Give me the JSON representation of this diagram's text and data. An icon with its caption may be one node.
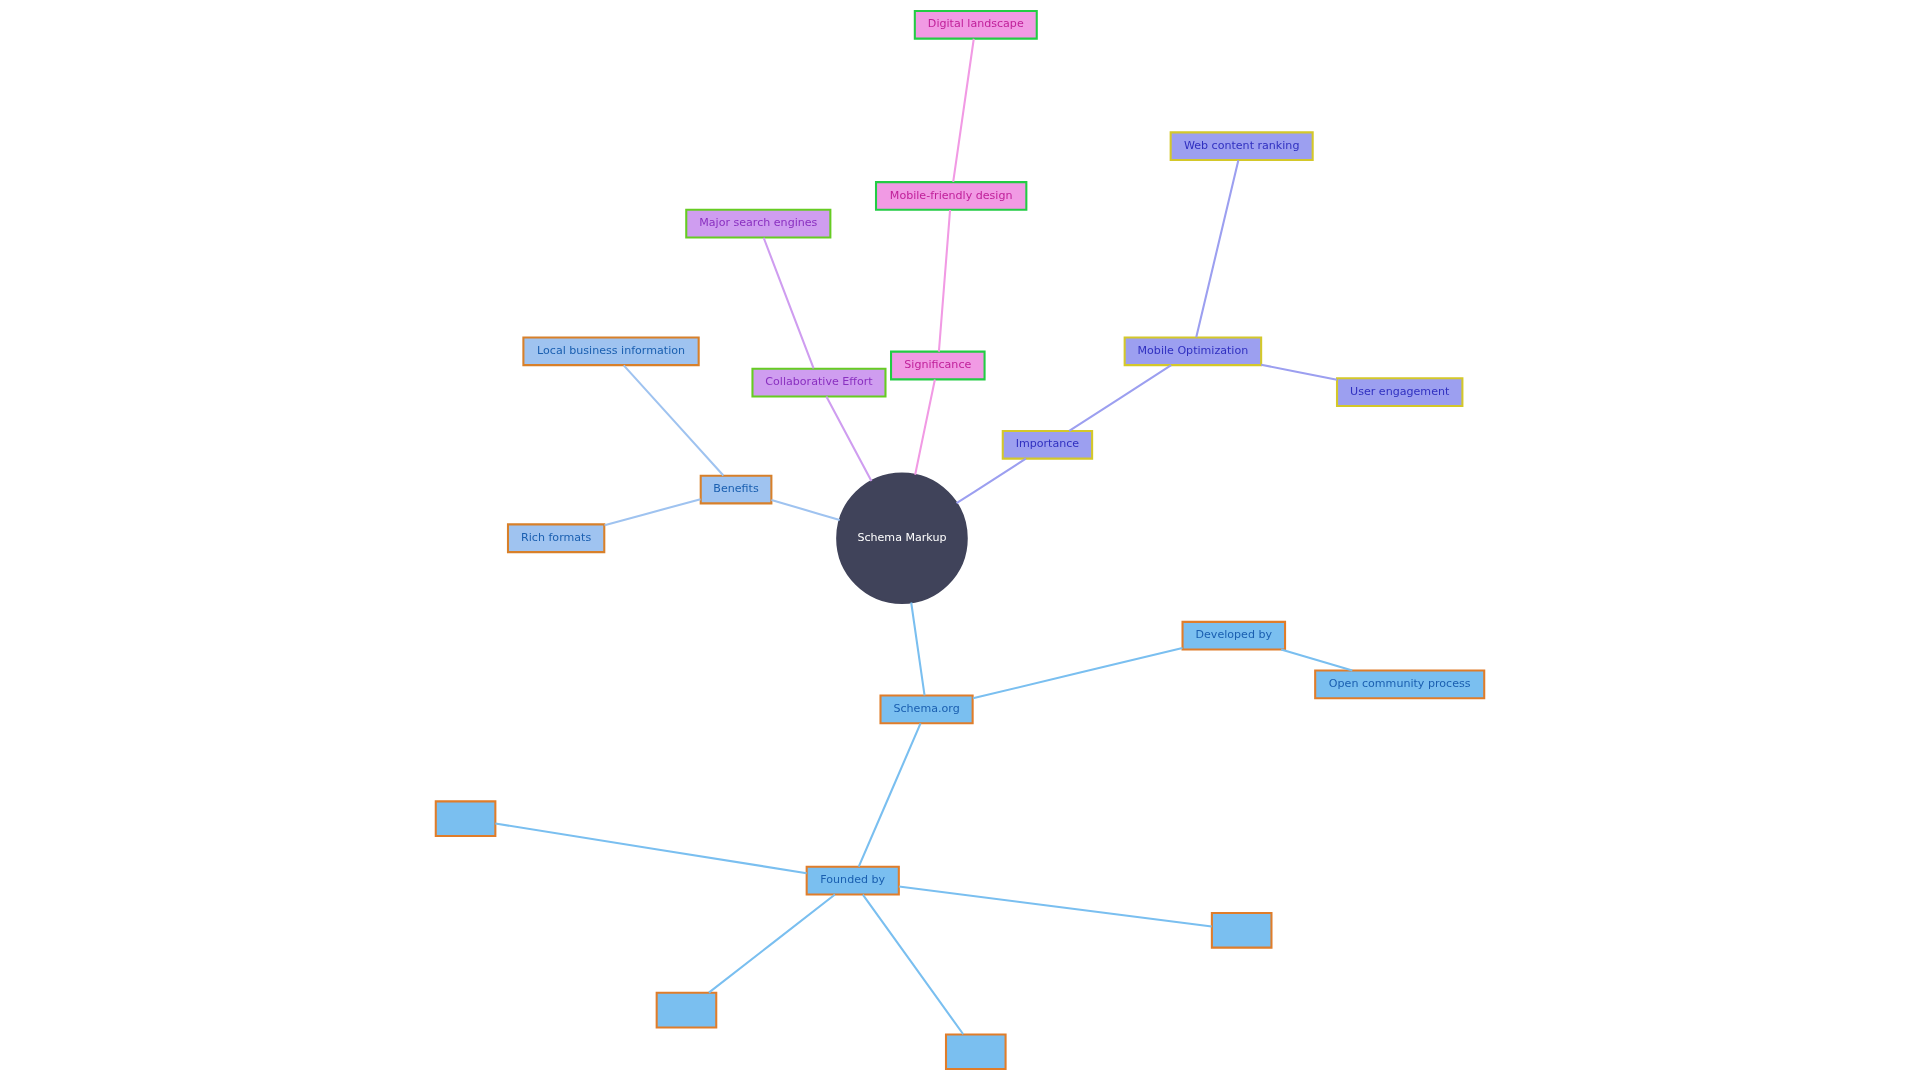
{
  "diagram": {
    "nodes": [
      {
        "text": [
          "Schema Markup"
        ]
      },
      {
        "text": [
          "Importance"
        ]
      },
      {
        "text": [
          "Mobile Optimization"
        ]
      },
      {
        "text": [
          "User engagement"
        ]
      },
      {
        "text": [
          "Web content ranking"
        ]
      },
      {
        "text": [
          "Significance"
        ]
      },
      {
        "text": [
          "Mobile-friendly design"
        ]
      },
      {
        "text": [
          "Digital landscape"
        ]
      },
      {
        "text": [
          "Collaborative Effort"
        ]
      },
      {
        "text": [
          "Major search engines"
        ]
      },
      {
        "text": [
          "Benefits"
        ]
      },
      {
        "text": [
          "Local business information"
        ]
      },
      {
        "text": [
          "Rich formats"
        ]
      },
      {
        "text": [
          "Schema.org"
        ]
      },
      {
        "text": [
          "Founded by"
        ]
      },
      {
        "text": [],
        "shape": "box"
      },
      {
        "text": [],
        "shape": "box"
      },
      {
        "text": [],
        "shape": "box"
      },
      {
        "text": [],
        "shape": "box"
      },
      {
        "text": [
          "Developed by"
        ]
      },
      {
        "text": [
          "Open community process"
        ]
      }
    ],
    "edges": [
      {
        "from": 0,
        "to": 1,
        "arrow": "none",
        "color": "#9c9ff0"
      },
      {
        "from": 1,
        "to": 2,
        "arrow": "none",
        "color": "#9c9ff0"
      },
      {
        "from": 2,
        "to": 3,
        "arrow": "none",
        "color": "#9c9ff0"
      },
      {
        "from": 2,
        "to": 4,
        "arrow": "none",
        "color": "#9c9ff0"
      },
      {
        "from": 0,
        "to": 5,
        "arrow": "none",
        "color": "#f19ae4"
      },
      {
        "from": 5,
        "to": 6,
        "arrow": "none",
        "color": "#f19ae4"
      },
      {
        "from": 6,
        "to": 7,
        "arrow": "none",
        "color": "#f19ae4"
      },
      {
        "from": 0,
        "to": 8,
        "arrow": "none",
        "color": "#cf9df0"
      },
      {
        "from": 8,
        "to": 9,
        "arrow": "none",
        "color": "#cf9df0"
      },
      {
        "from": 0,
        "to": 10,
        "arrow": "none",
        "color": "#9fc3f0"
      },
      {
        "from": 10,
        "to": 11,
        "arrow": "none",
        "color": "#9fc3f0"
      },
      {
        "from": 10,
        "to": 12,
        "arrow": "none",
        "color": "#9fc3f0"
      },
      {
        "from": 0,
        "to": 13,
        "arrow": "none"
      },
      {
        "from": 13,
        "to": 14,
        "arrow": "none"
      },
      {
        "from": 14,
        "to": 15,
        "arrow": "none"
      },
      {
        "from": 14,
        "to": 16,
        "arrow": "none"
      },
      {
        "from": 14,
        "to": 17,
        "arrow": "none"
      },
      {
        "from": 14,
        "to": 18,
        "arrow": "none"
      },
      {
        "from": 13,
        "to": 19,
        "arrow": "none"
      },
      {
        "from": 19,
        "to": 20,
        "arrow": "none"
      }
    ]
  }
}
